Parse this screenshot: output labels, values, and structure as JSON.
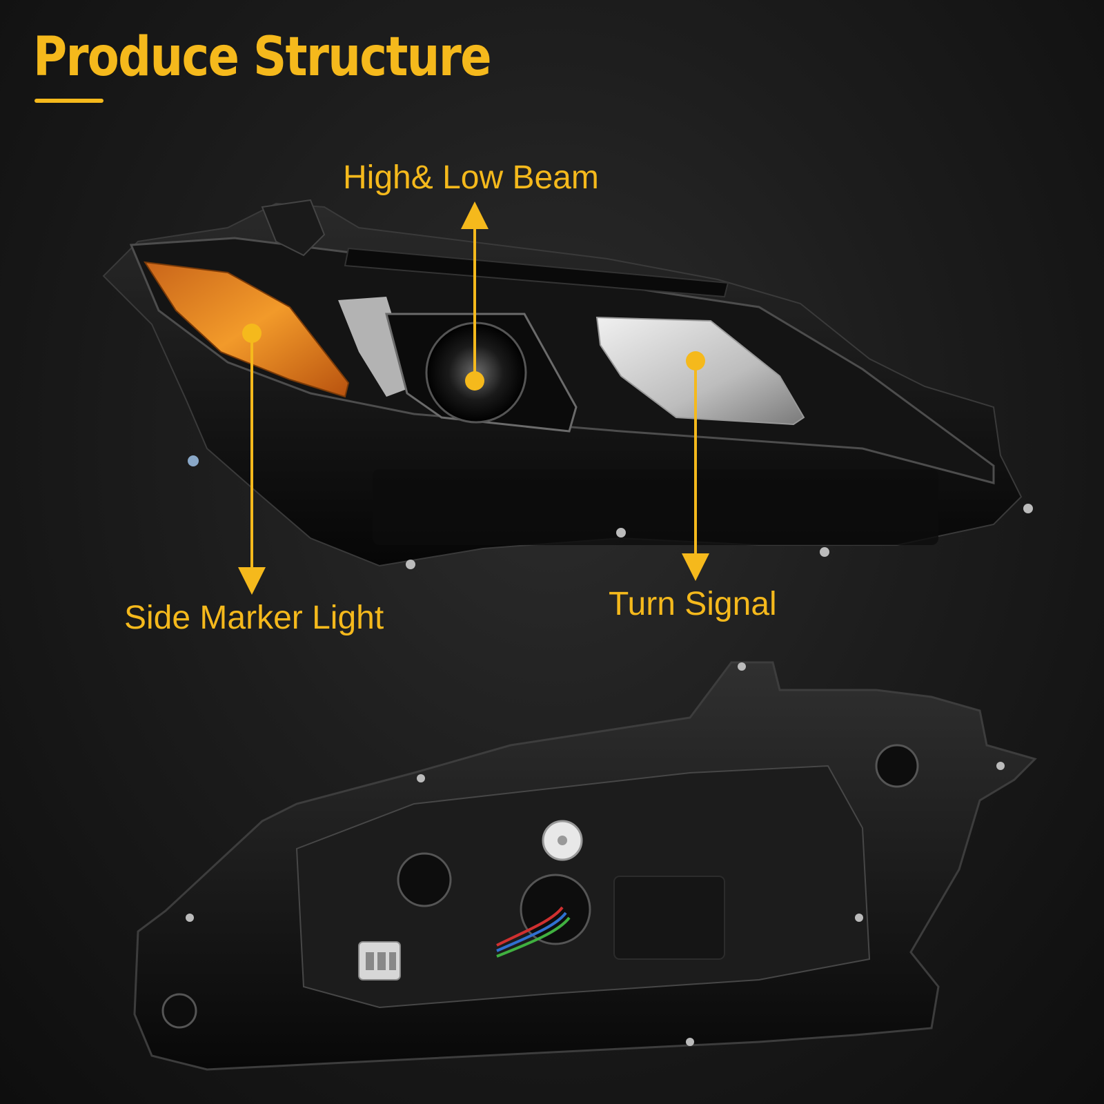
{
  "title": "Produce Structure",
  "callouts": {
    "high_low_beam": "High& Low Beam",
    "side_marker_light": "Side Marker Light",
    "turn_signal": "Turn Signal"
  },
  "colors": {
    "accent": "#f5b91c",
    "background": "#1a1a1a",
    "side_marker_lens": "#e88a1a"
  }
}
